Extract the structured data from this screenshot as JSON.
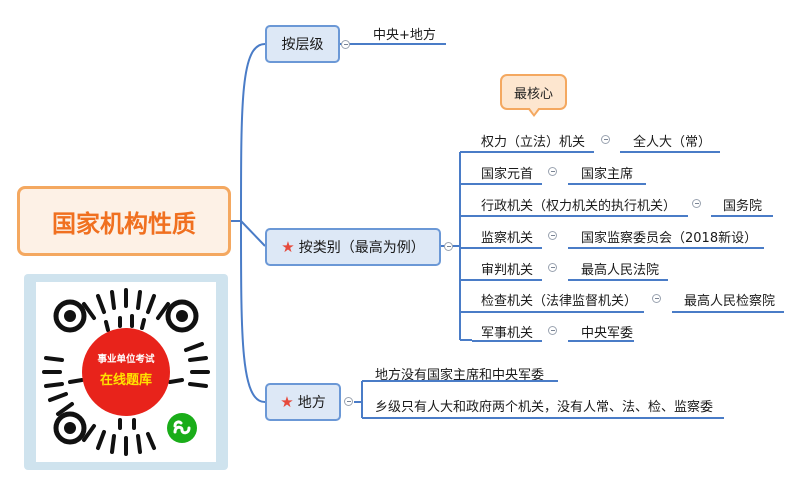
{
  "root": {
    "label": "国家机构性质"
  },
  "branches": {
    "level": {
      "label": "按层级"
    },
    "category": {
      "label": "按类别（最高为例）"
    },
    "local": {
      "label": "地方"
    }
  },
  "level_children": [
    "中央+地方"
  ],
  "callout": {
    "label": "最核心"
  },
  "category_rows": [
    {
      "type": "权力（立法）机关",
      "top": "全人大（常）"
    },
    {
      "type": "国家元首",
      "top": "国家主席"
    },
    {
      "type": "行政机关（权力机关的执行机关）",
      "top": "国务院"
    },
    {
      "type": "监察机关",
      "top": "国家监察委员会（2018新设）"
    },
    {
      "type": "审判机关",
      "top": "最高人民法院"
    },
    {
      "type": "检查机关（法律监督机关）",
      "top": "最高人民检察院"
    },
    {
      "type": "军事机关",
      "top": "中央军委"
    }
  ],
  "local_children": [
    "地方没有国家主席和中央军委",
    "乡级只有人大和政府两个机关，没有人常、法、检、监察委"
  ],
  "qr": {
    "line1": "事业单位考试",
    "line2": "在线题库"
  },
  "colors": {
    "root_border": "#f4a860",
    "root_text": "#f07020",
    "branch_fill": "#dde8f6",
    "branch_border": "#6b98d6",
    "connector": "#4a7cc7",
    "star": "#e64a3c",
    "qr_red": "#e8231b",
    "qr_yellow": "#ffe200",
    "qr_green": "#1aad19"
  },
  "icons": {
    "star": "star-icon",
    "collapse": "collapse-toggle-icon",
    "miniprogram": "wechat-miniprogram-icon"
  }
}
